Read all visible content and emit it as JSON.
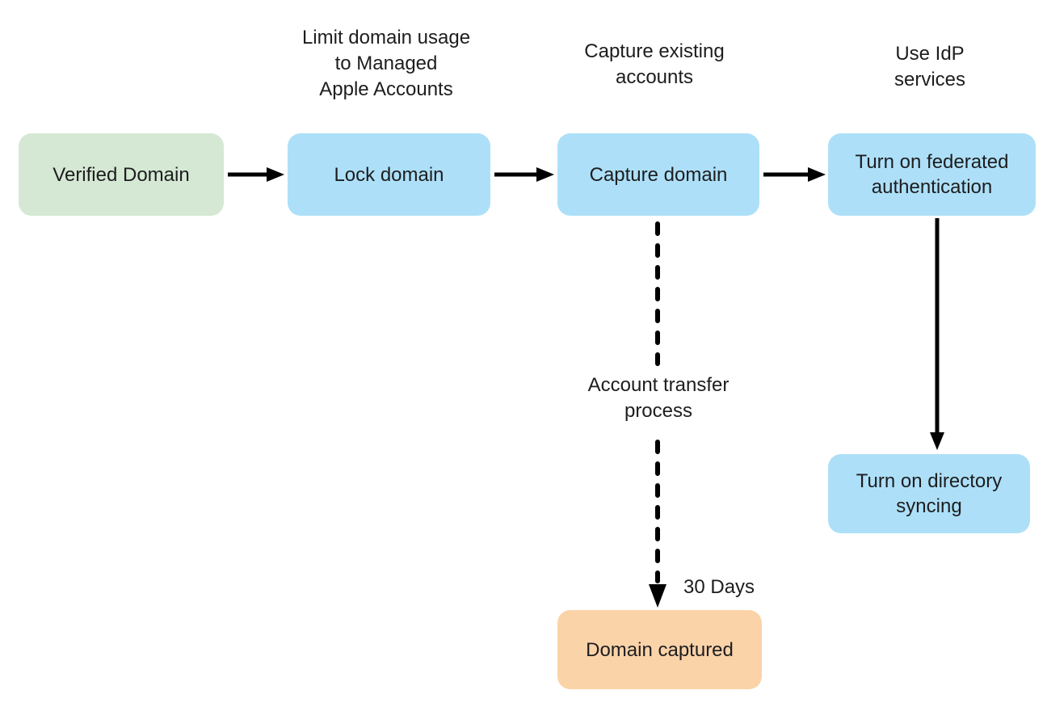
{
  "diagram": {
    "title_none_visible": "",
    "colors": {
      "start_node": "#d5e8d4",
      "process_node": "#ade0f8",
      "end_node": "#fbd3a9",
      "arrow": "#000000",
      "text": "#1d1d1f",
      "background": "#ffffff"
    },
    "nodes": {
      "verified_domain": {
        "label": "Verified Domain",
        "type": "start"
      },
      "lock_domain": {
        "label": "Lock domain",
        "type": "process"
      },
      "capture_domain": {
        "label": "Capture domain",
        "type": "process"
      },
      "federated_auth": {
        "label": "Turn on federated\nauthentication",
        "type": "process"
      },
      "directory_syncing": {
        "label": "Turn on directory\nsyncing",
        "type": "process"
      },
      "domain_captured": {
        "label": "Domain captured",
        "type": "end"
      }
    },
    "annotations": {
      "limit_domain": "Limit domain usage\nto Managed\nApple Accounts",
      "capture_existing": "Capture existing\naccounts",
      "use_idp": "Use IdP\nservices",
      "account_transfer": "Account transfer\nprocess",
      "thirty_days": "30 Days"
    },
    "edges": [
      {
        "from": "verified_domain",
        "to": "lock_domain",
        "style": "solid",
        "direction": "right"
      },
      {
        "from": "lock_domain",
        "to": "capture_domain",
        "style": "solid",
        "direction": "right"
      },
      {
        "from": "capture_domain",
        "to": "federated_auth",
        "style": "solid",
        "direction": "right"
      },
      {
        "from": "federated_auth",
        "to": "directory_syncing",
        "style": "solid",
        "direction": "down"
      },
      {
        "from": "capture_domain",
        "to": "domain_captured",
        "style": "dashed",
        "direction": "down"
      }
    ]
  }
}
